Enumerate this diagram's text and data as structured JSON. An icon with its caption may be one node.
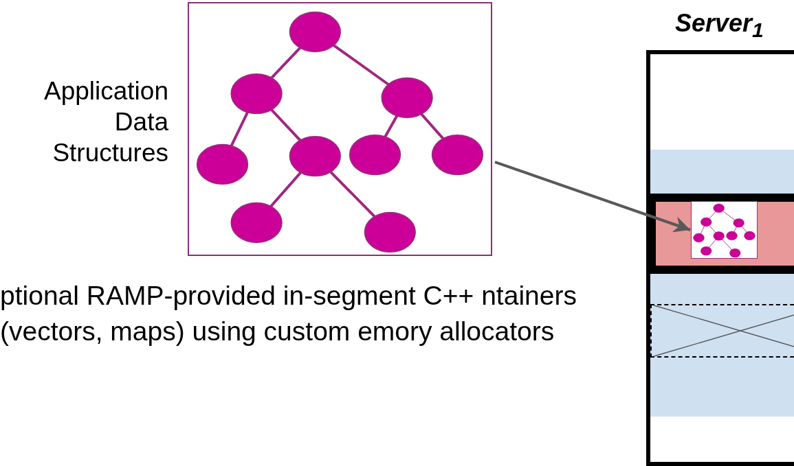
{
  "diagram": {
    "nodes": [
      {
        "text": [],
        "shape": "picture",
        "beside": [
          "Application Data Structures"
        ]
      },
      {
        "text": [
          "Server$_{1}$"
        ]
      },
      {
        "text": [],
        "shape": "box",
        "in": 1
      },
      {
        "text": [],
        "shape": "box",
        "in": 2
      },
      {
        "text": [],
        "shape": "picture",
        "in": 3
      },
      {
        "text": [],
        "shape": "box",
        "in": 2
      }
    ],
    "edges": [
      {
        "from": 0,
        "to": 4,
        "arrow": "to"
      }
    ],
    "labels": [
      "ptional RAMP-provided in-segment C++ ntainers (vectors, maps) using custom emory allocators"
    ]
  }
}
